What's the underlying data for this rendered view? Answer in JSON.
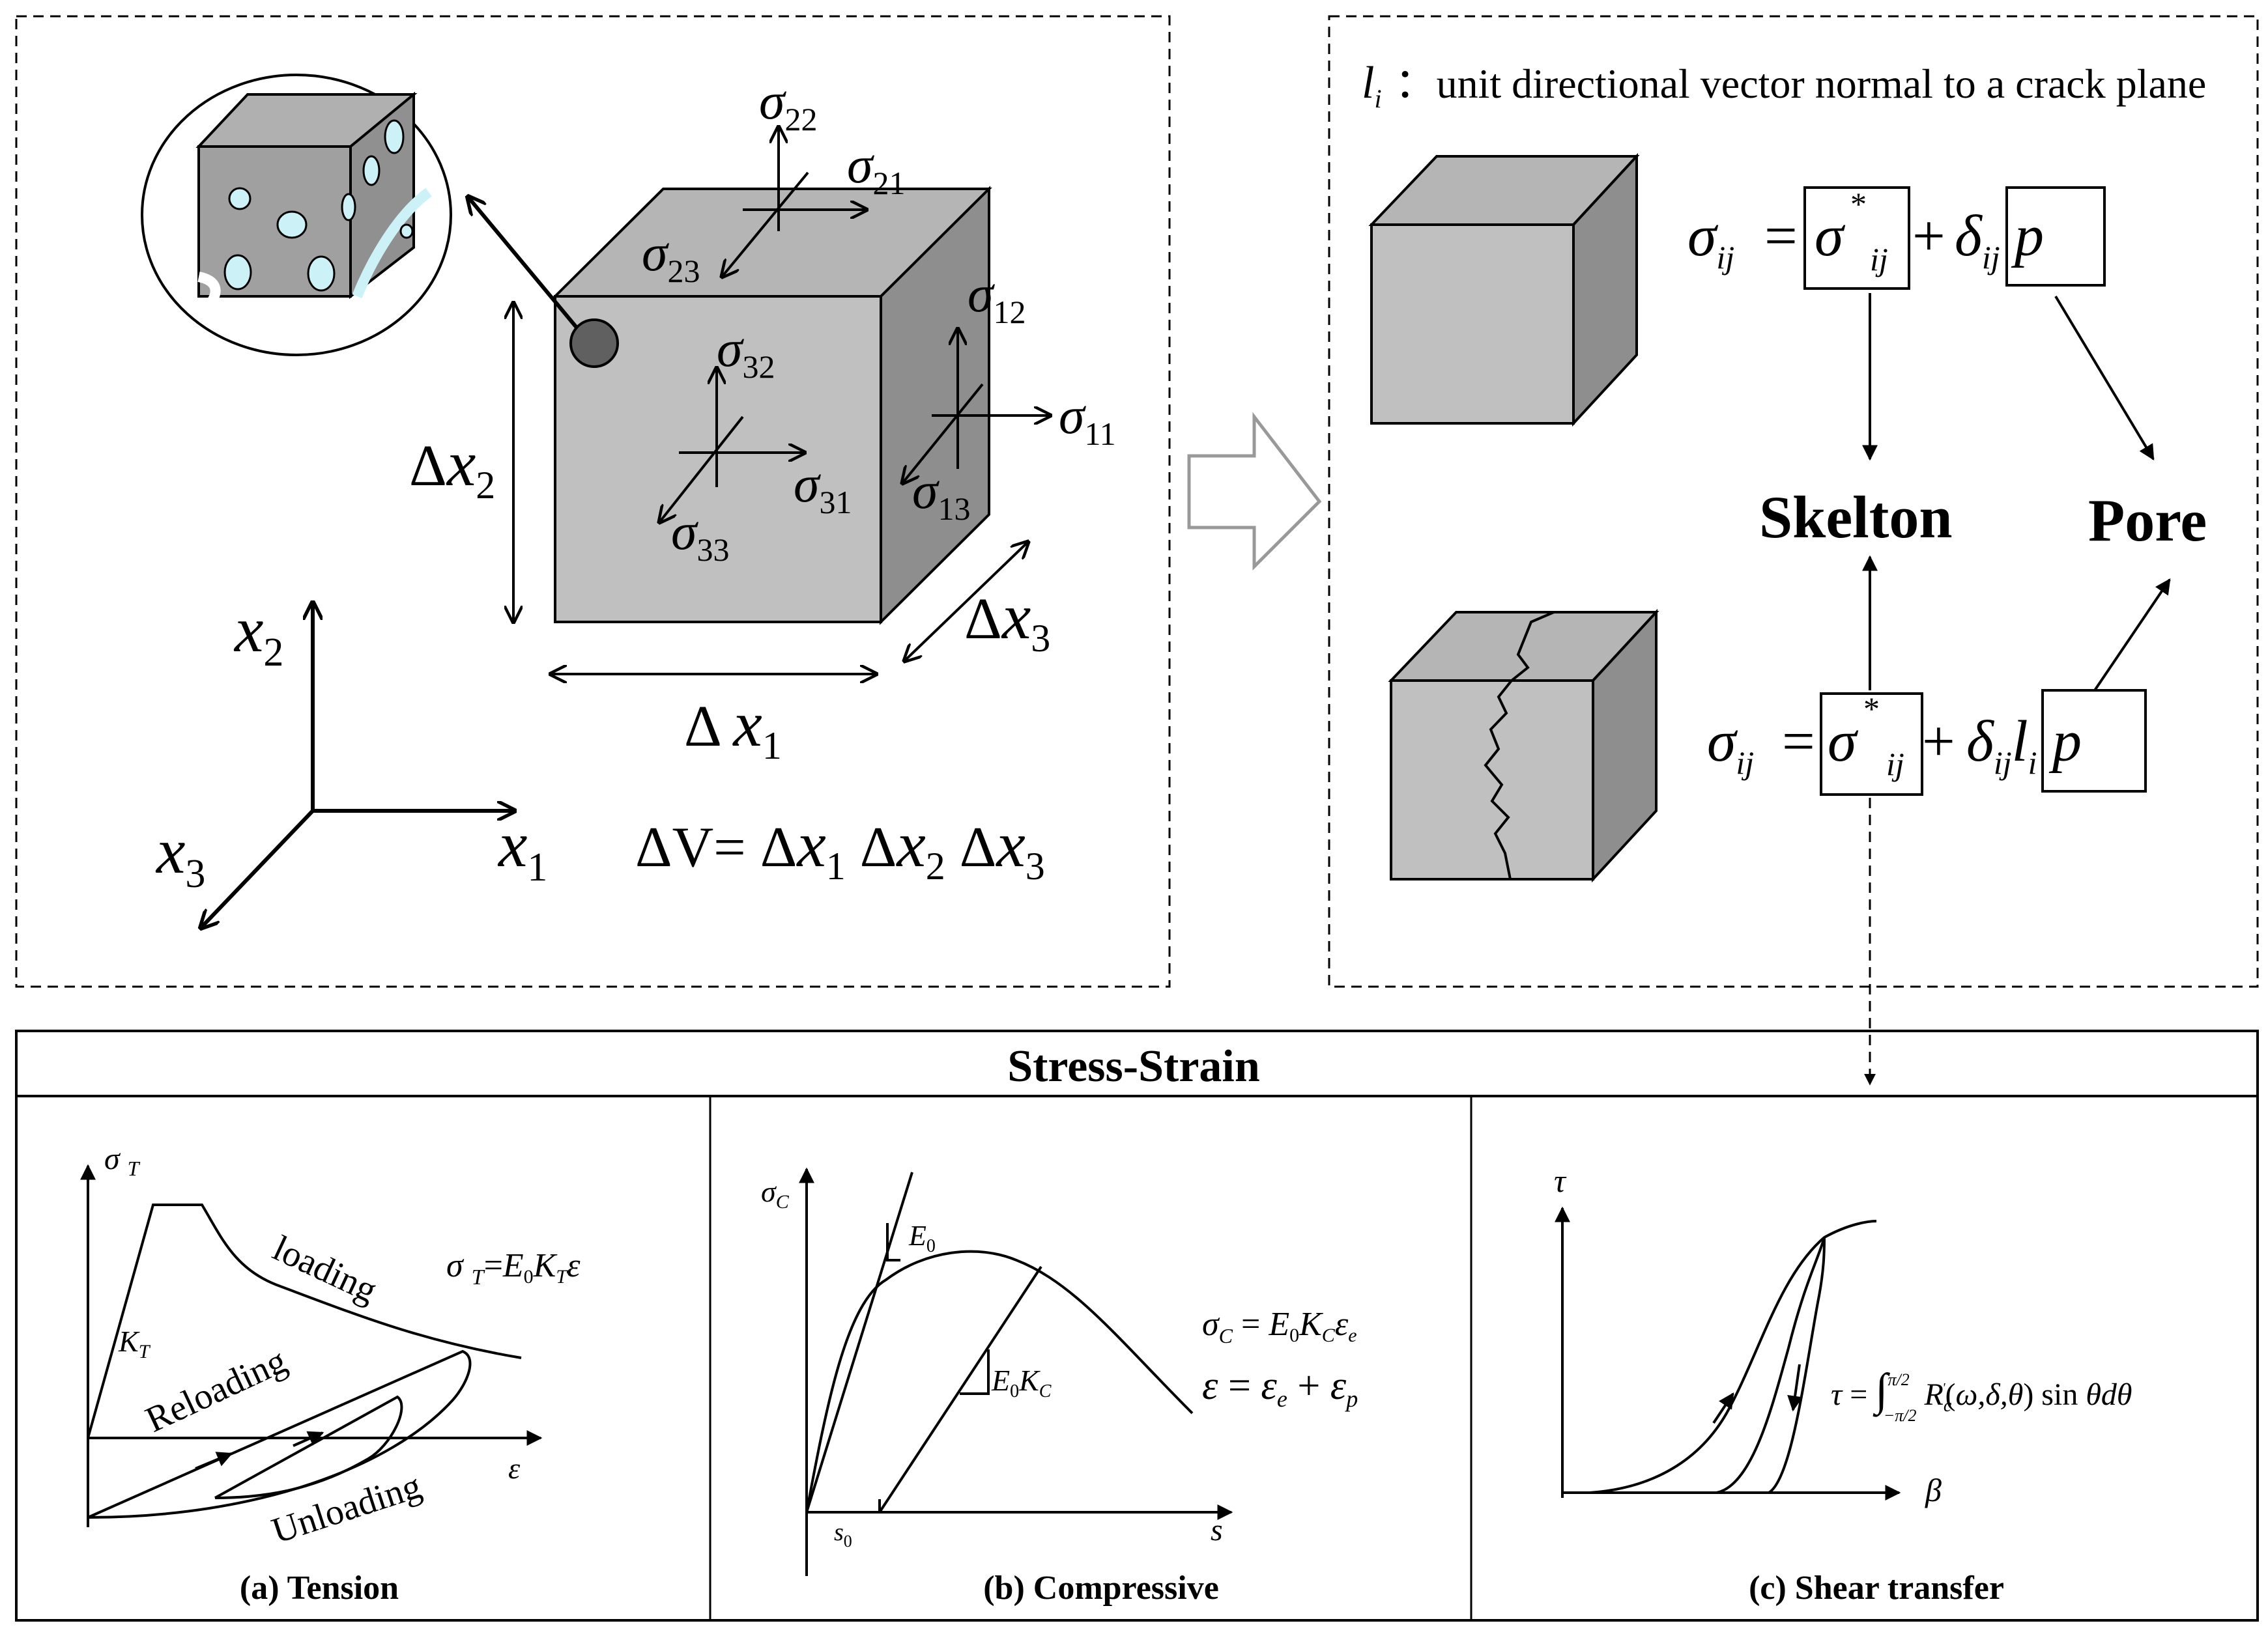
{
  "colors": {
    "cube_front": "#c0c0c0",
    "cube_top": "#b5b5b5",
    "cube_side": "#8e8e8e",
    "pore_fill": "#ccf2f8",
    "circle_marker": "#606060"
  },
  "left_panel": {
    "stress_labels": {
      "s22": "22",
      "s21": "21",
      "s23": "23",
      "s12": "12",
      "s32": "32",
      "s11": "11",
      "s31": "31",
      "s13": "13",
      "s33": "33"
    },
    "dims": {
      "dx1_sub": "1",
      "dx2_sub": "2",
      "dx3_sub": "3"
    },
    "axes": {
      "x1_sub": "1",
      "x2_sub": "2",
      "x3_sub": "3"
    },
    "volume_eq": {
      "lhs": "ΔV= Δ",
      "mid1": " Δ",
      "mid2": " Δ"
    }
  },
  "right_panel": {
    "li_desc": "：unit directional vector normal to a crack plane",
    "eq_top": {
      "sub": "ij",
      "star": "*",
      "delta_sub": "ij"
    },
    "eq_bottom": {
      "sub": "ij",
      "star": "*",
      "delta_sub": "ij",
      "l_sub": "i"
    },
    "skelton": "Skelton",
    "pore": "Pore"
  },
  "bottom_panel": {
    "title": "Stress-Strain",
    "tension": {
      "caption": "(a) Tension",
      "loading": "loading",
      "reloading": "Reloading",
      "unloading": "Unloading",
      "kt_sub": "T",
      "eq_sub": "T"
    },
    "compressive": {
      "caption": "(b) Compressive",
      "e0_sub": "0",
      "ylabel_sub": "C",
      "xlabel": "s",
      "s0_sub": "0"
    },
    "shear": {
      "caption": "(c) Shear transfer",
      "ylabel": "τ",
      "xlabel": "β"
    }
  }
}
